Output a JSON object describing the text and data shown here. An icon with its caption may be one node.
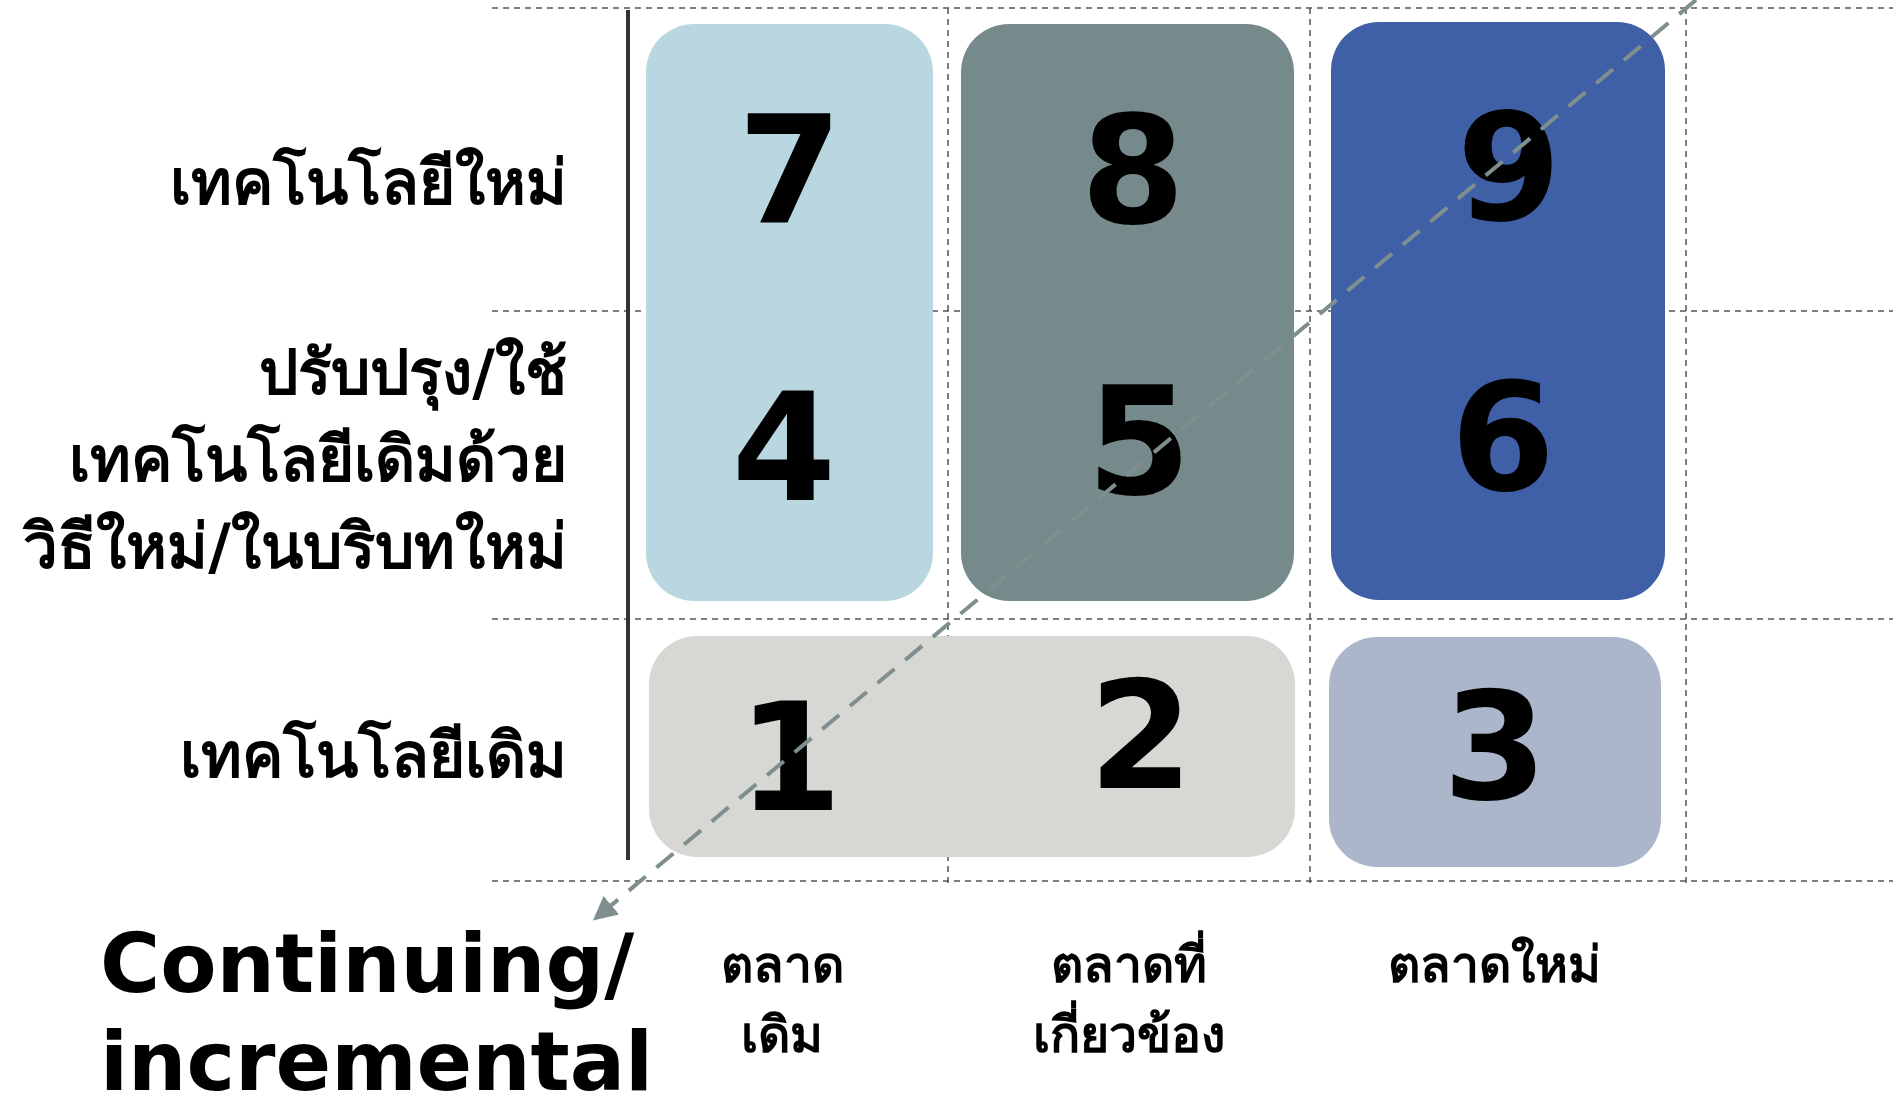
{
  "diagram": {
    "nodes": [
      {
        "text": [
          "7",
          "4"
        ]
      },
      {
        "text": [
          "8",
          "5"
        ]
      },
      {
        "text": [
          "9",
          "6"
        ]
      },
      {
        "text": [
          "1",
          "2"
        ]
      },
      {
        "text": [
          "3"
        ]
      }
    ],
    "labels": [
      "เทคโนโลยีใหม่",
      "ปรับปรุง/ใช้เทคโนโลยีเดิมด้วยวิธีใหม่/ในบริบทใหม่",
      "เทคโนโลยีเดิม",
      "Continuing/ incremental",
      "ตลาดเดิม",
      "ตลาดที่เกี่ยวข้อง",
      "ตลาดใหม่"
    ]
  }
}
